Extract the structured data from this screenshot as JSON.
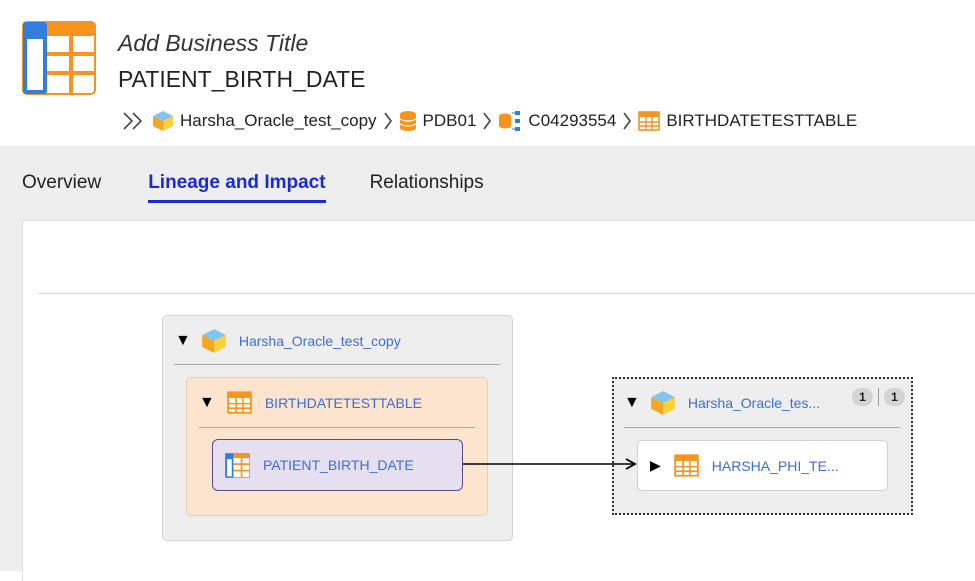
{
  "header": {
    "business_title_placeholder": "Add Business Title",
    "asset_name": "PATIENT_BIRTH_DATE",
    "big_icon": "table-column-icon",
    "breadcrumb": [
      {
        "label": "Harsha_Oracle_test_copy",
        "icon": "cube-icon"
      },
      {
        "label": "PDB01",
        "icon": "database-icon"
      },
      {
        "label": "C04293554",
        "icon": "schema-icon"
      },
      {
        "label": "BIRTHDATETESTTABLE",
        "icon": "table-icon"
      }
    ]
  },
  "tabs": [
    {
      "label": "Overview",
      "active": false
    },
    {
      "label": "Lineage and Impact",
      "active": true
    },
    {
      "label": "Relationships",
      "active": false
    }
  ],
  "lineage": {
    "source": {
      "system": "Harsha_Oracle_test_copy",
      "table": "BIRTHDATETESTTABLE",
      "column": "PATIENT_BIRTH_DATE"
    },
    "target": {
      "system": "Harsha_Oracle_tes...",
      "table": "HARSHA_PHI_TE...",
      "badge_left": "1",
      "badge_right": "1"
    }
  },
  "colors": {
    "accent": "#1a2bd6",
    "link": "#3a6fd8",
    "table_orange": "#f7941d",
    "column_node_bg": "#e5dff0",
    "column_node_border": "#5b4a8b",
    "table_group_bg": "#fde4cf"
  }
}
